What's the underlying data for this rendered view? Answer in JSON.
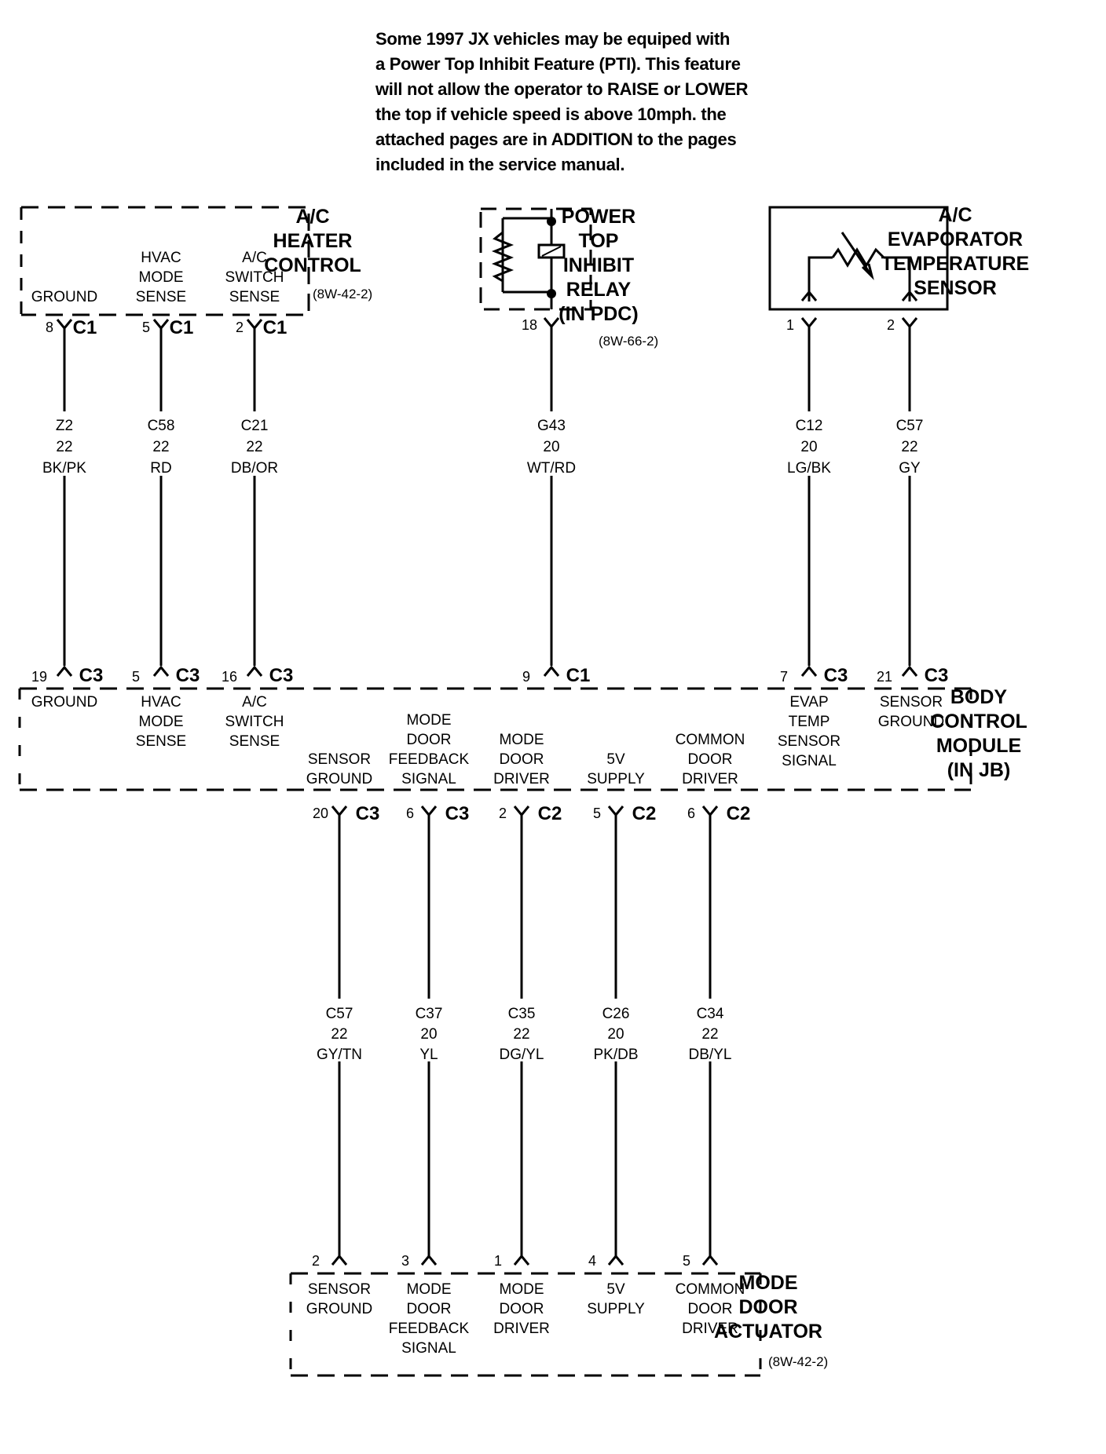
{
  "note": {
    "lines": [
      "Some 1997 JX vehicles may be equiped with",
      "a Power Top Inhibit Feature (PTI). This feature",
      "will not allow the operator to RAISE or LOWER",
      "the top if vehicle speed is above 10mph. the",
      "attached pages are in ADDITION to the pages",
      "included in the service manual."
    ]
  },
  "components": {
    "ac_heater_control": {
      "title": [
        "A/C",
        "HEATER",
        "CONTROL"
      ],
      "ref": "(8W-42-2)",
      "pins": [
        {
          "label": [
            "GROUND"
          ],
          "num": "8",
          "conn": "C1"
        },
        {
          "label": [
            "HVAC",
            "MODE",
            "SENSE"
          ],
          "num": "5",
          "conn": "C1"
        },
        {
          "label": [
            "A/C",
            "SWITCH",
            "SENSE"
          ],
          "num": "2",
          "conn": "C1"
        }
      ]
    },
    "power_top_inhibit_relay": {
      "title": [
        "POWER",
        "TOP",
        "INHIBIT",
        "RELAY",
        "(IN PDC)"
      ],
      "ref": "(8W-66-2)",
      "pins": [
        {
          "num": "18"
        }
      ]
    },
    "ac_evap_temp_sensor": {
      "title": [
        "A/C",
        "EVAPORATOR",
        "TEMPERATURE",
        "SENSOR"
      ],
      "pins": [
        {
          "num": "1"
        },
        {
          "num": "2"
        }
      ]
    },
    "body_control_module": {
      "title": [
        "BODY",
        "CONTROL",
        "MODULE",
        "(IN JB)"
      ],
      "top_pins": [
        {
          "num": "19",
          "conn": "C3",
          "label": [
            "GROUND"
          ]
        },
        {
          "num": "5",
          "conn": "C3",
          "label": [
            "HVAC",
            "MODE",
            "SENSE"
          ]
        },
        {
          "num": "16",
          "conn": "C3",
          "label": [
            "A/C",
            "SWITCH",
            "SENSE"
          ]
        },
        {
          "num": "9",
          "conn": "C1",
          "label": []
        },
        {
          "num": "7",
          "conn": "C3",
          "label": [
            "EVAP",
            "TEMP",
            "SENSOR",
            "SIGNAL"
          ]
        },
        {
          "num": "21",
          "conn": "C3",
          "label": [
            "SENSOR",
            "GROUND"
          ]
        }
      ],
      "bottom_pins": [
        {
          "num": "20",
          "conn": "C3",
          "label": [
            "SENSOR",
            "GROUND"
          ]
        },
        {
          "num": "6",
          "conn": "C3",
          "label": [
            "MODE",
            "DOOR",
            "FEEDBACK",
            "SIGNAL"
          ]
        },
        {
          "num": "2",
          "conn": "C2",
          "label": [
            "MODE",
            "DOOR",
            "DRIVER"
          ]
        },
        {
          "num": "5",
          "conn": "C2",
          "label": [
            "5V",
            "SUPPLY"
          ]
        },
        {
          "num": "6",
          "conn": "C2",
          "label": [
            "COMMON",
            "DOOR",
            "DRIVER"
          ]
        }
      ]
    },
    "mode_door_actuator": {
      "title": [
        "MODE",
        "DOOR",
        "ACTUATOR"
      ],
      "ref": "(8W-42-2)",
      "pins": [
        {
          "num": "2",
          "label": [
            "SENSOR",
            "GROUND"
          ]
        },
        {
          "num": "3",
          "label": [
            "MODE",
            "DOOR",
            "FEEDBACK",
            "SIGNAL"
          ]
        },
        {
          "num": "1",
          "label": [
            "MODE",
            "DOOR",
            "DRIVER"
          ]
        },
        {
          "num": "4",
          "label": [
            "5V",
            "SUPPLY"
          ]
        },
        {
          "num": "5",
          "label": [
            "COMMON",
            "DOOR",
            "DRIVER"
          ]
        }
      ]
    }
  },
  "wires": {
    "upper": [
      {
        "circuit": "Z2",
        "gauge": "22",
        "color": "BK/PK"
      },
      {
        "circuit": "C58",
        "gauge": "22",
        "color": "RD"
      },
      {
        "circuit": "C21",
        "gauge": "22",
        "color": "DB/OR"
      },
      {
        "circuit": "G43",
        "gauge": "20",
        "color": "WT/RD"
      },
      {
        "circuit": "C12",
        "gauge": "20",
        "color": "LG/BK"
      },
      {
        "circuit": "C57",
        "gauge": "22",
        "color": "GY"
      }
    ],
    "lower": [
      {
        "circuit": "C57",
        "gauge": "22",
        "color": "GY/TN"
      },
      {
        "circuit": "C37",
        "gauge": "20",
        "color": "YL"
      },
      {
        "circuit": "C35",
        "gauge": "22",
        "color": "DG/YL"
      },
      {
        "circuit": "C26",
        "gauge": "20",
        "color": "PK/DB"
      },
      {
        "circuit": "C34",
        "gauge": "22",
        "color": "DB/YL"
      }
    ]
  }
}
